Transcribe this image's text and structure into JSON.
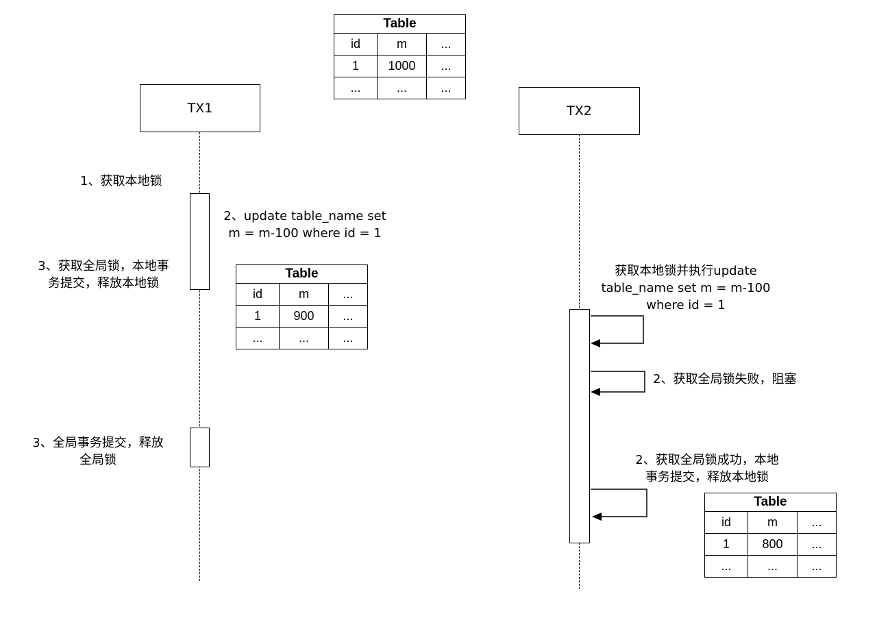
{
  "tables": [
    {
      "title": "Table",
      "headers": [
        "id",
        "m",
        "..."
      ],
      "rows": [
        [
          "1",
          "1000",
          "..."
        ],
        [
          "...",
          "...",
          "..."
        ]
      ]
    },
    {
      "title": "Table",
      "headers": [
        "id",
        "m",
        "..."
      ],
      "rows": [
        [
          "1",
          "900",
          "..."
        ],
        [
          "...",
          "...",
          "..."
        ]
      ]
    },
    {
      "title": "Table",
      "headers": [
        "id",
        "m",
        "..."
      ],
      "rows": [
        [
          "1",
          "800",
          "..."
        ],
        [
          "...",
          "...",
          "..."
        ]
      ]
    }
  ],
  "participants": {
    "tx1": "TX1",
    "tx2": "TX2"
  },
  "tx1": {
    "step1": "1、获取本地锁",
    "step2_line1": "2、update table_name set",
    "step2_line2": "m = m-100 where id = 1",
    "step3_line1": "3、获取全局锁，本地事",
    "step3_line2": "务提交，释放本地锁",
    "step4_line1": "3、全局事务提交，释放",
    "step4_line2": "全局锁"
  },
  "tx2": {
    "step1_line1": "获取本地锁并执行update",
    "step1_line2": "table_name set m = m-100",
    "step1_line3": "where id = 1",
    "step2": "2、获取全局锁失败，阻塞",
    "step3_line1": "2、获取全局锁成功，本地",
    "step3_line2": "事务提交，释放本地锁"
  }
}
